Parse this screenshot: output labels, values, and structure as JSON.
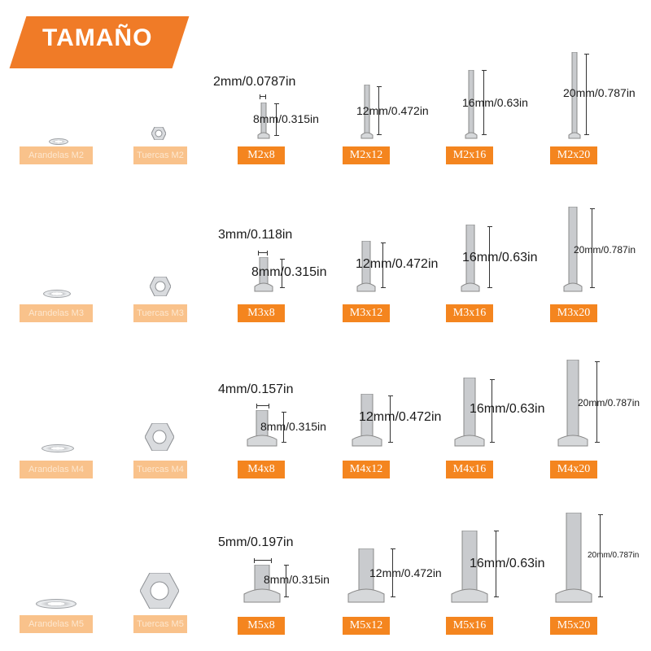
{
  "title": "TAMAÑO",
  "rows": [
    {
      "washer_label": "Arandelas M2",
      "nut_label": "Tuercas M2",
      "diameter": "2mm/0.0787in",
      "screws": [
        {
          "label": "M2x8",
          "length": "8mm/0.315in"
        },
        {
          "label": "M2x12",
          "length": "12mm/0.472in"
        },
        {
          "label": "M2x16",
          "length": "16mm/0.63in"
        },
        {
          "label": "M2x20",
          "length": "20mm/0.787in"
        }
      ]
    },
    {
      "washer_label": "Arandelas M3",
      "nut_label": "Tuercas M3",
      "diameter": "3mm/0.118in",
      "screws": [
        {
          "label": "M3x8",
          "length": "8mm/0.315in"
        },
        {
          "label": "M3x12",
          "length": "12mm/0.472in"
        },
        {
          "label": "M3x16",
          "length": "16mm/0.63in"
        },
        {
          "label": "M3x20",
          "length": "20mm/0.787in"
        }
      ]
    },
    {
      "washer_label": "Arandelas M4",
      "nut_label": "Tuercas M4",
      "diameter": "4mm/0.157in",
      "screws": [
        {
          "label": "M4x8",
          "length": "8mm/0.315in"
        },
        {
          "label": "M4x12",
          "length": "12mm/0.472in"
        },
        {
          "label": "M4x16",
          "length": "16mm/0.63in"
        },
        {
          "label": "M4x20",
          "length": "20mm/0.787in"
        }
      ]
    },
    {
      "washer_label": "Arandelas M5",
      "nut_label": "Tuercas M5",
      "diameter": "5mm/0.197in",
      "screws": [
        {
          "label": "M5x8",
          "length": "8mm/0.315in"
        },
        {
          "label": "M5x12",
          "length": "12mm/0.472in"
        },
        {
          "label": "M5x16",
          "length": "16mm/0.63in"
        },
        {
          "label": "M5x20",
          "length": "20mm/0.787in"
        }
      ]
    }
  ],
  "colors": {
    "accent": "#f4851f",
    "accent_faded": "#f9c28b"
  }
}
